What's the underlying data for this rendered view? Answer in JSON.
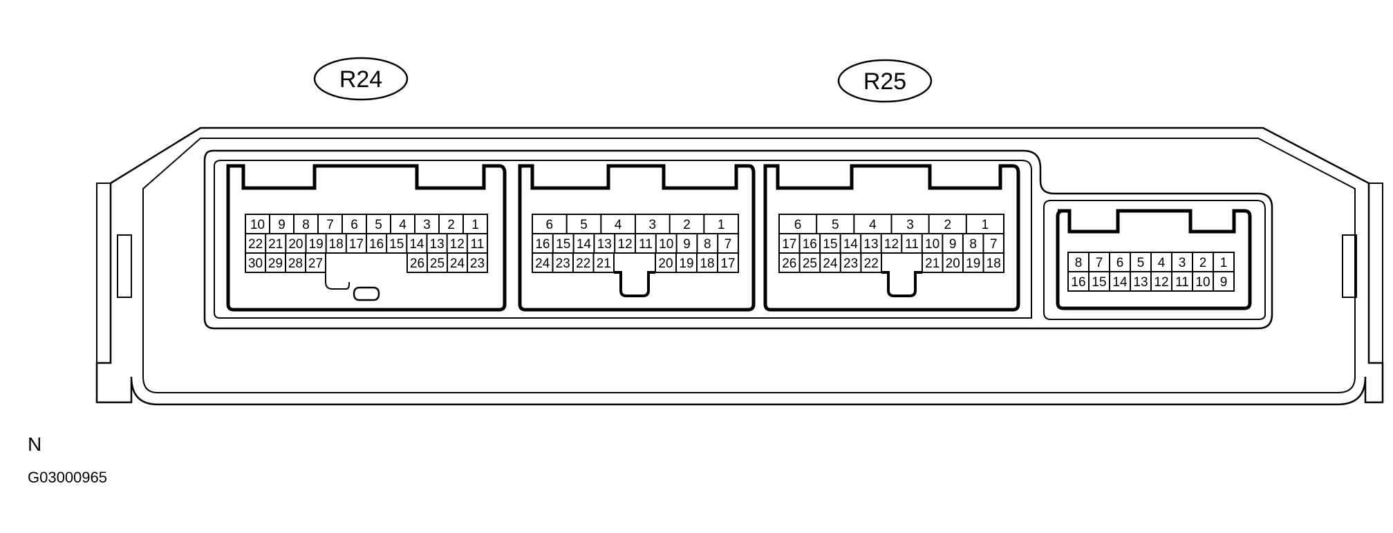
{
  "callouts": {
    "left": "R24",
    "right": "R25"
  },
  "view_label": "N",
  "figure_code": "G03000965",
  "connectors": {
    "c1": {
      "row1": [
        "10",
        "9",
        "8",
        "7",
        "6",
        "5",
        "4",
        "3",
        "2",
        "1"
      ],
      "row2": [
        "22",
        "21",
        "20",
        "19",
        "18",
        "17",
        "16",
        "15",
        "14",
        "13",
        "12",
        "11"
      ],
      "row3_left": [
        "30",
        "29",
        "28",
        "27"
      ],
      "row3_right": [
        "26",
        "25",
        "24",
        "23"
      ]
    },
    "c2": {
      "row1": [
        "6",
        "5",
        "4",
        "3",
        "2",
        "1"
      ],
      "row2": [
        "16",
        "15",
        "14",
        "13",
        "12",
        "11",
        "10",
        "9",
        "8",
        "7"
      ],
      "row3_left": [
        "24",
        "23",
        "22",
        "21"
      ],
      "row3_right": [
        "20",
        "19",
        "18",
        "17"
      ]
    },
    "c3": {
      "row1": [
        "6",
        "5",
        "4",
        "3",
        "2",
        "1"
      ],
      "row2": [
        "17",
        "16",
        "15",
        "14",
        "13",
        "12",
        "11",
        "10",
        "9",
        "8",
        "7"
      ],
      "row3_left": [
        "26",
        "25",
        "24",
        "23",
        "22"
      ],
      "row3_right": [
        "21",
        "20",
        "19",
        "18"
      ]
    },
    "c4": {
      "row1": [
        "8",
        "7",
        "6",
        "5",
        "4",
        "3",
        "2",
        "1"
      ],
      "row2": [
        "16",
        "15",
        "14",
        "13",
        "12",
        "11",
        "10",
        "9"
      ]
    }
  }
}
